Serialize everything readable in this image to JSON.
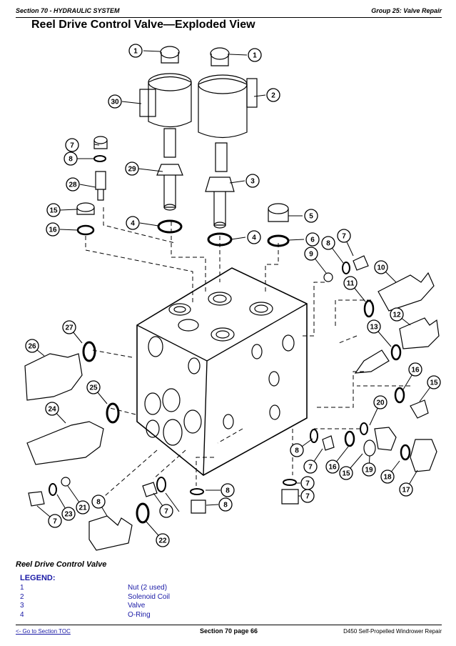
{
  "header": {
    "section": "Section 70 - HYDRAULIC SYSTEM",
    "group": "Group 25: Valve Repair"
  },
  "title": "Reel Drive Control Valve—Exploded View",
  "callouts": [
    "1",
    "1",
    "2",
    "30",
    "7",
    "8",
    "29",
    "3",
    "28",
    "15",
    "5",
    "16",
    "4",
    "4",
    "6",
    "7",
    "8",
    "9",
    "10",
    "11",
    "12",
    "27",
    "13",
    "26",
    "16",
    "25",
    "15",
    "20",
    "24",
    "8",
    "7",
    "16",
    "15",
    "19",
    "18",
    "17",
    "8",
    "7",
    "8",
    "7",
    "23",
    "21",
    "8",
    "7",
    "7",
    "22"
  ],
  "caption": "Reel Drive Control Valve",
  "legend": {
    "title": "LEGEND:",
    "items": [
      {
        "num": "1",
        "desc": "Nut (2 used)"
      },
      {
        "num": "2",
        "desc": "Solenoid Coil"
      },
      {
        "num": "3",
        "desc": "Valve"
      },
      {
        "num": "4",
        "desc": "O-Ring"
      }
    ]
  },
  "footer": {
    "toc_link": "<- Go to Section TOC",
    "page": "Section 70 page 66",
    "doc": "D450 Self-Propelled Windrower Repair"
  }
}
